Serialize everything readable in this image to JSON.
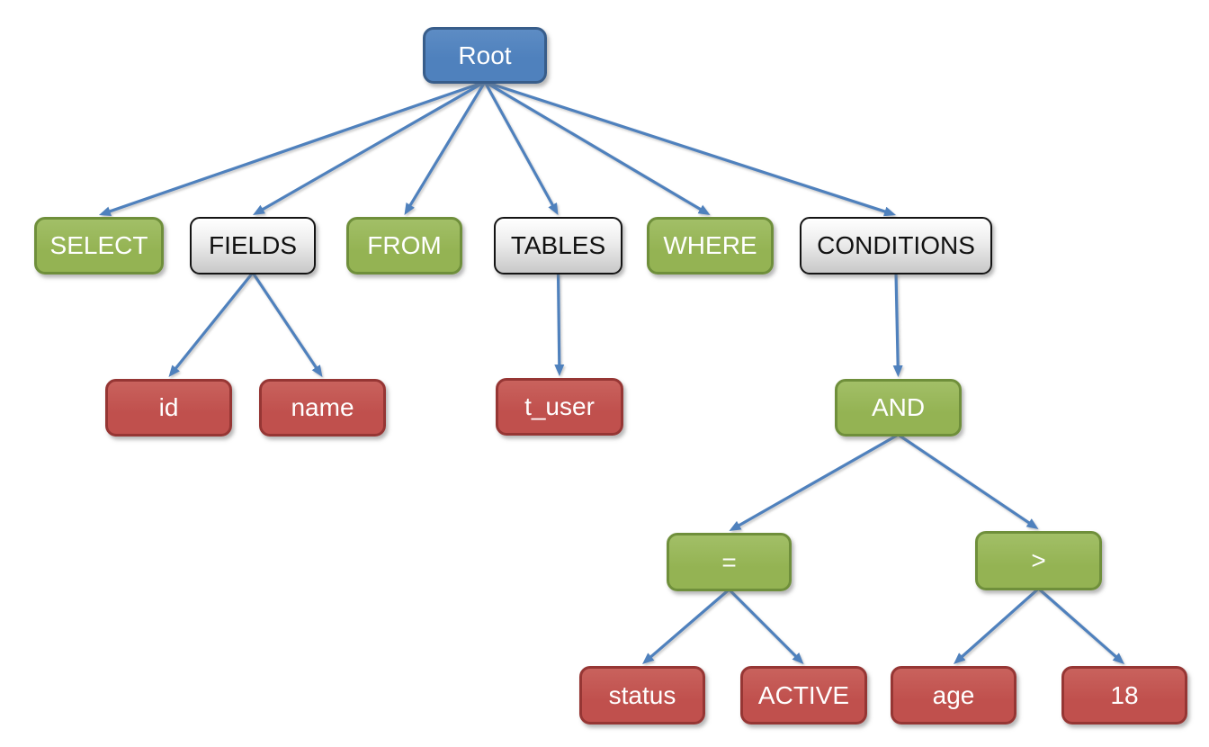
{
  "palette": {
    "background": "#ffffff",
    "arrow": "#4f81bd",
    "root_fill": "#4f81bd",
    "root_border": "#385d8a",
    "root_text": "#ffffff",
    "green_fill": "#94b353",
    "green_border": "#6f8f3b",
    "green_text": "#ffffff",
    "red_fill": "#c0504d",
    "red_border": "#963634",
    "red_text": "#ffffff",
    "gray_fill_bottom": "#c8c8c8",
    "gray_border": "#141414",
    "gray_text": "#111111"
  },
  "tree": {
    "nodes": [
      {
        "id": "root",
        "label": "Root",
        "kind": "root"
      },
      {
        "id": "select",
        "label": "SELECT",
        "kind": "green"
      },
      {
        "id": "fields",
        "label": "FIELDS",
        "kind": "gray"
      },
      {
        "id": "from",
        "label": "FROM",
        "kind": "green"
      },
      {
        "id": "tables",
        "label": "TABLES",
        "kind": "gray"
      },
      {
        "id": "where",
        "label": "WHERE",
        "kind": "green"
      },
      {
        "id": "conditions",
        "label": "CONDITIONS",
        "kind": "gray"
      },
      {
        "id": "id",
        "label": "id",
        "kind": "red"
      },
      {
        "id": "name",
        "label": "name",
        "kind": "red"
      },
      {
        "id": "t_user",
        "label": "t_user",
        "kind": "red"
      },
      {
        "id": "and",
        "label": "AND",
        "kind": "green"
      },
      {
        "id": "eq",
        "label": "=",
        "kind": "green"
      },
      {
        "id": "gt",
        "label": ">",
        "kind": "green"
      },
      {
        "id": "status",
        "label": "status",
        "kind": "red"
      },
      {
        "id": "active",
        "label": "ACTIVE",
        "kind": "red"
      },
      {
        "id": "age",
        "label": "age",
        "kind": "red"
      },
      {
        "id": "18",
        "label": "18",
        "kind": "red"
      }
    ],
    "edges": [
      [
        "root",
        "select"
      ],
      [
        "root",
        "fields"
      ],
      [
        "root",
        "from"
      ],
      [
        "root",
        "tables"
      ],
      [
        "root",
        "where"
      ],
      [
        "root",
        "conditions"
      ],
      [
        "fields",
        "id"
      ],
      [
        "fields",
        "name"
      ],
      [
        "tables",
        "t_user"
      ],
      [
        "conditions",
        "and"
      ],
      [
        "and",
        "eq"
      ],
      [
        "and",
        "gt"
      ],
      [
        "eq",
        "status"
      ],
      [
        "eq",
        "active"
      ],
      [
        "gt",
        "age"
      ],
      [
        "gt",
        "18"
      ]
    ]
  }
}
